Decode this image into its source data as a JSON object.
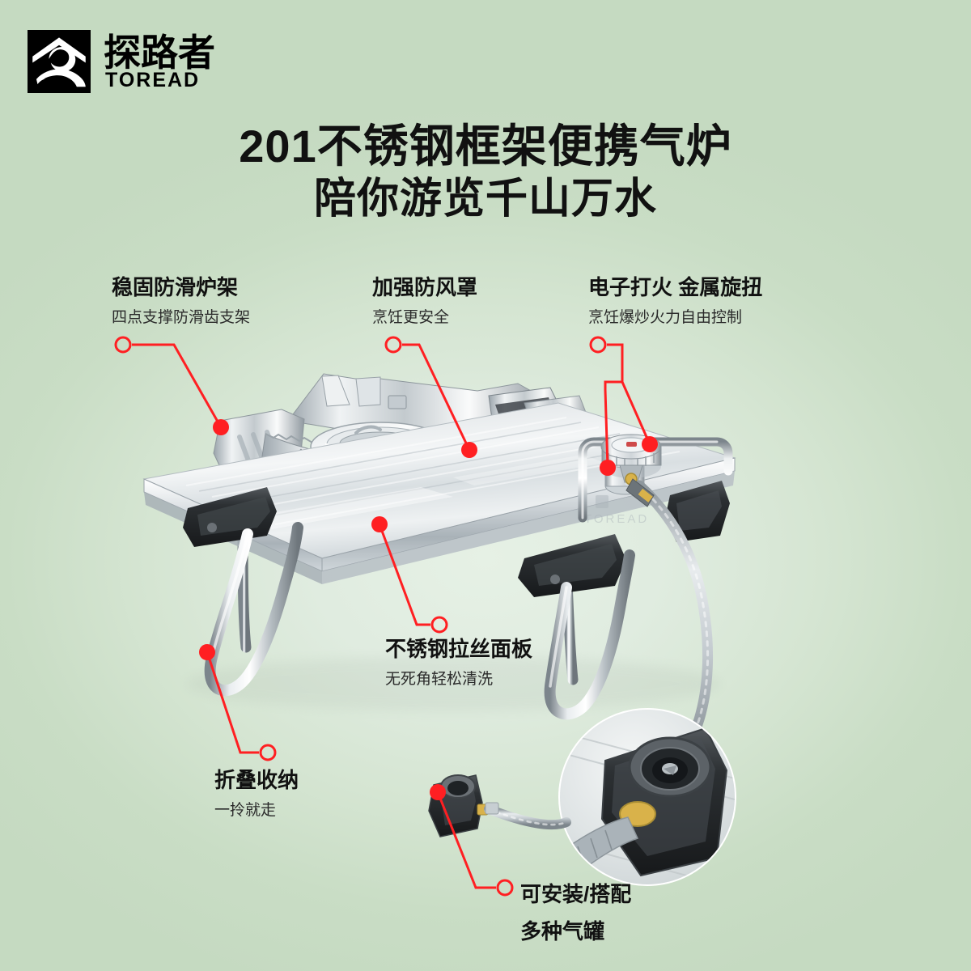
{
  "brand": {
    "logo_icon": "toread-mountain-logo-icon",
    "name_cn": "探路者",
    "name_en": "TOREAD"
  },
  "headline": {
    "line1": "201不锈钢框架便携气炉",
    "line2": "陪你游览千山万水"
  },
  "colors": {
    "background_outer": "#c5dac1",
    "background_inner": "#e6f1e5",
    "accent_red": "#ff1f22",
    "text_dark": "#111111",
    "text_sub": "#2a2a2a",
    "steel_light": "#f2f4f5",
    "steel_mid": "#c8ced2",
    "steel_dark": "#7d868c",
    "black_part": "#2a2a2c"
  },
  "callouts": [
    {
      "id": "rack",
      "title": "稳固防滑炉架",
      "sub": "四点支撑防滑齿支架"
    },
    {
      "id": "windshield",
      "title": "加强防风罩",
      "sub": "烹饪更安全"
    },
    {
      "id": "ignition",
      "title": "电子打火 金属旋扭",
      "sub": "烹饪爆炒火力自由控制"
    },
    {
      "id": "panel",
      "title": "不锈钢拉丝面板",
      "sub": "无死角轻松清洗"
    },
    {
      "id": "folding",
      "title": "折叠收纳",
      "sub": "一拎就走"
    },
    {
      "id": "tank",
      "title_line1": "可安装/搭配",
      "title_line2": "多种气罐"
    }
  ],
  "product": {
    "engraved_logo_text": "TOREAD",
    "parts": {
      "pot_rack": "pot-rack-icon",
      "windshield": "windshield-icon",
      "burner": "burner-head-icon",
      "panel": "brushed-steel-panel-icon",
      "ignition_button": "ignition-button-icon",
      "control_knob": "control-knob-icon",
      "folding_leg": "folding-leg-icon",
      "hose": "braided-gas-hose-icon",
      "adapter": "gas-tank-adapter-icon",
      "detail_circle": "detail-zoom-circle-icon"
    }
  }
}
